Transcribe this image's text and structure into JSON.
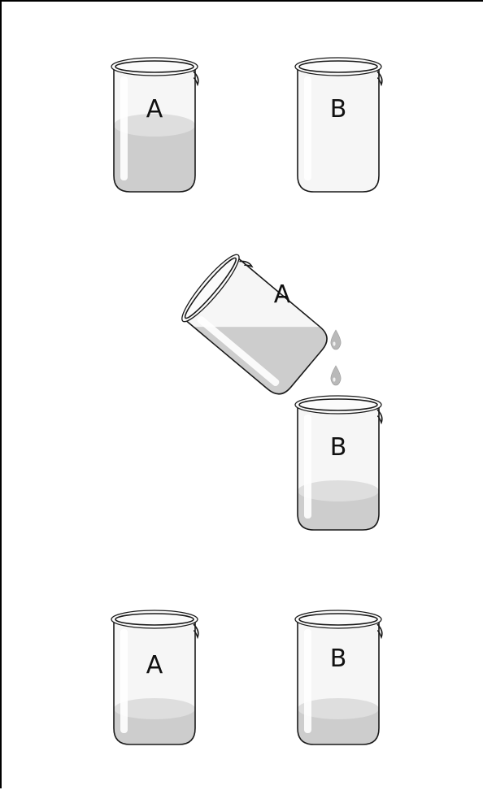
{
  "stages": [
    {
      "beakers": [
        {
          "label": "A",
          "fill_level": 0.5
        },
        {
          "label": "B",
          "fill_level": 0.0
        }
      ]
    },
    {
      "pouring": {
        "from": "A",
        "to": "B"
      },
      "beakers": [
        {
          "label": "A",
          "fill_level": 0.5
        },
        {
          "label": "B",
          "fill_level": 0.25
        }
      ]
    },
    {
      "beakers": [
        {
          "label": "A",
          "fill_level": 0.25
        },
        {
          "label": "B",
          "fill_level": 0.25
        }
      ]
    }
  ]
}
